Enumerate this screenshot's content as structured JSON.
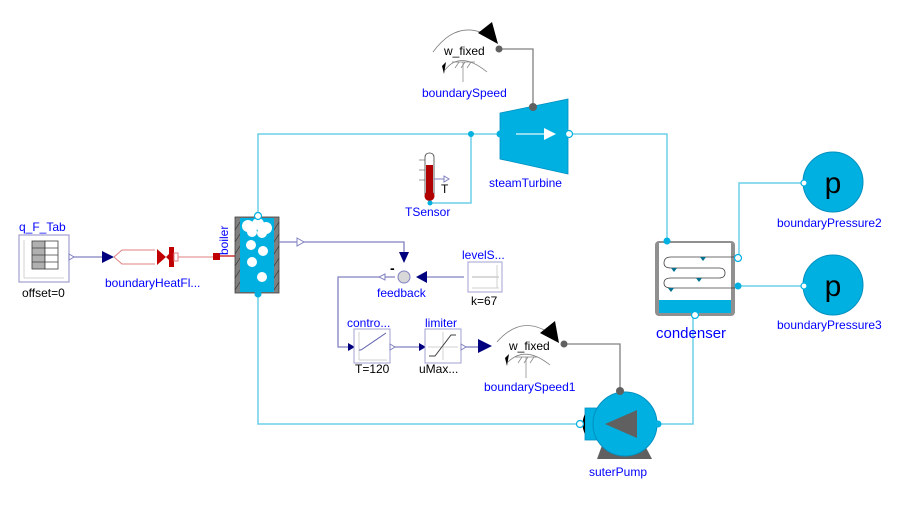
{
  "diagram": {
    "components": {
      "q_F_Tab": {
        "name": "q_F_Tab",
        "param": "offset=0"
      },
      "boundaryHeatFlow": {
        "name": "boundaryHeatFl..."
      },
      "boiler": {
        "name": "boiler"
      },
      "boundarySpeed": {
        "name": "boundarySpeed",
        "param": "w_fixed"
      },
      "steamTurbine": {
        "name": "steamTurbine"
      },
      "TSensor": {
        "name": "TSensor",
        "output": "T"
      },
      "feedback": {
        "name": "feedback",
        "sign": "-"
      },
      "levelSetpoint": {
        "name": "levelS...",
        "param": "k=67"
      },
      "controller": {
        "name": "contro...",
        "param": "T=120"
      },
      "limiter": {
        "name": "limiter",
        "param": "uMax..."
      },
      "boundarySpeed1": {
        "name": "boundarySpeed1",
        "param": "w_fixed"
      },
      "suterPump": {
        "name": "suterPump"
      },
      "condenser": {
        "name": "condenser"
      },
      "boundaryPressure2": {
        "name": "boundaryPressure2",
        "symbol": "p"
      },
      "boundaryPressure3": {
        "name": "boundaryPressure3",
        "symbol": "p"
      }
    },
    "colors": {
      "fluid": "#00b0e0",
      "fluid_line": "#6ccfe8",
      "signal": "#00007f",
      "signal_line": "#8080c0",
      "heat": "#c00000",
      "mech": "#606060",
      "label": "#0000ff"
    }
  }
}
